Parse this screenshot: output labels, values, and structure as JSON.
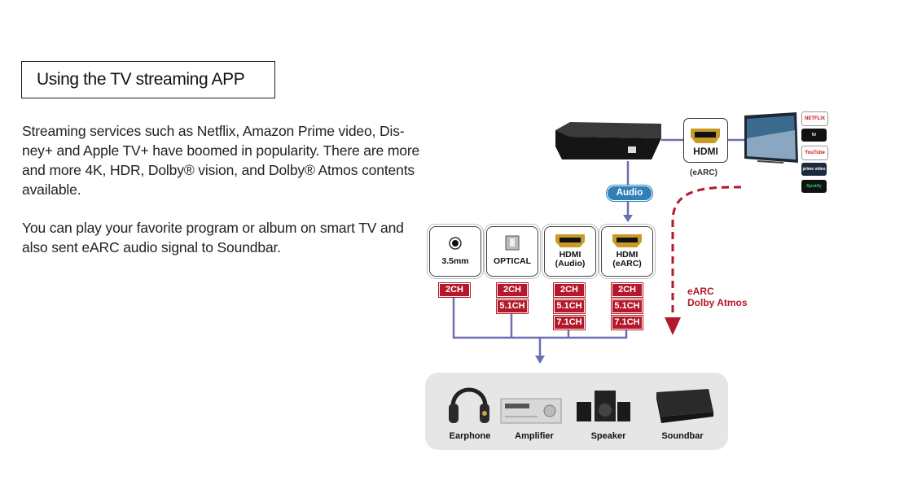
{
  "header": {
    "title": "Using the TV streaming APP"
  },
  "body": {
    "paragraph1": "Streaming services such as Netflix, Amazon Prime video, Dis-ney+ and Apple TV+ have boomed in popularity. There are more and more 4K, HDR, Dolby® vision, and Dolby® Atmos contents available.",
    "paragraph2": "You can play your favorite program or album on smart TV and also sent eARC audio signal to Soundbar."
  },
  "diagram": {
    "audio_label": "Audio",
    "hdmi_label": "HDMI",
    "hdmi_sub": "(eARC)",
    "earc_line1": "eARC",
    "earc_line2": "Dolby Atmos",
    "services": [
      "NETFLIX",
      "tv",
      "YouTube",
      "prime video",
      "Spotify"
    ],
    "outputs": [
      {
        "line1": "3.5mm",
        "line2": "",
        "badges": [
          "2CH"
        ]
      },
      {
        "line1": "OPTICAL",
        "line2": "",
        "badges": [
          "2CH",
          "5.1CH"
        ]
      },
      {
        "line1": "HDMI",
        "line2": "(Audio)",
        "badges": [
          "2CH",
          "5.1CH",
          "7.1CH"
        ]
      },
      {
        "line1": "HDMI",
        "line2": "(eARC)",
        "badges": [
          "2CH",
          "5.1CH",
          "7.1CH"
        ]
      }
    ],
    "devices": [
      "Earphone",
      "Amplifier",
      "Speaker",
      "Soundbar"
    ],
    "colors": {
      "accent_red": "#b3192a",
      "audio_blue": "#2f7fb8",
      "line_purple": "#6a6fb0"
    }
  }
}
